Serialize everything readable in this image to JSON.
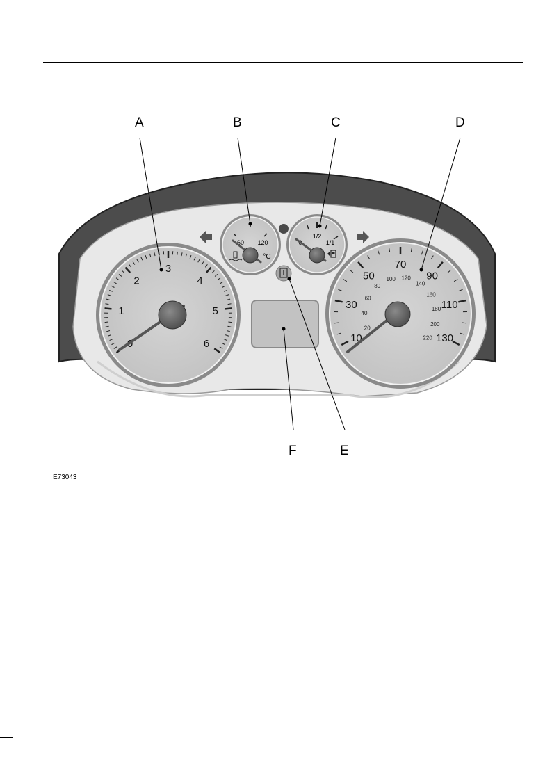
{
  "figure_id": "E73043",
  "callouts": {
    "a": "A",
    "b": "B",
    "c": "C",
    "d": "D",
    "e": "E",
    "f": "F"
  },
  "tachometer": {
    "labels": [
      "0",
      "1",
      "2",
      "3",
      "4",
      "5",
      "6"
    ]
  },
  "temperature_gauge": {
    "low": "60",
    "high": "120",
    "unit": "°C"
  },
  "fuel_gauge": {
    "empty": "0",
    "half": "1/2",
    "full": "1/1"
  },
  "speedometer": {
    "mph_labels": [
      "10",
      "30",
      "50",
      "70",
      "90",
      "110",
      "130"
    ],
    "kmh_labels": [
      "20",
      "40",
      "60",
      "80",
      "100",
      "120",
      "140",
      "160",
      "180",
      "200",
      "220"
    ]
  },
  "info_button_icon": "info-icon",
  "indicator_icons": [
    "arrow-left-icon",
    "arrow-right-icon",
    "warning-lamp-icon",
    "coolant-icon",
    "fuel-pump-icon"
  ]
}
